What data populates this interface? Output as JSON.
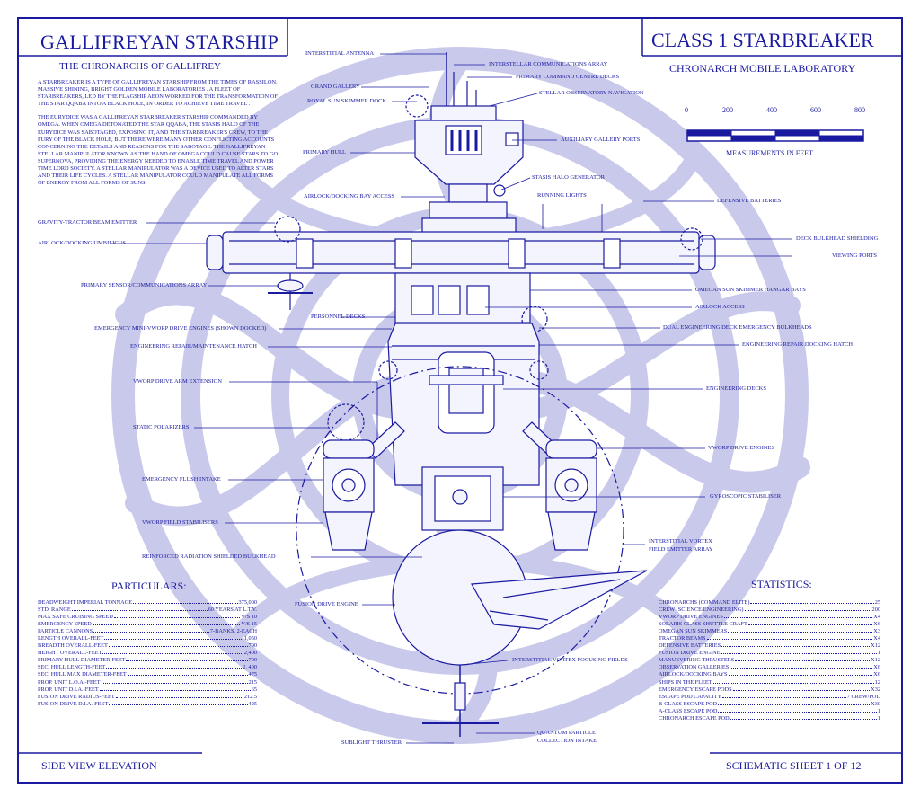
{
  "header": {
    "left_title": "GALLIFREYAN STARSHIP",
    "left_subtitle": "THE CHRONARCHS OF GALLIFREY",
    "right_title": "CLASS 1 STARBREAKER",
    "right_subtitle": "CHRONARCH MOBILE LABORATORY"
  },
  "intro": {
    "paragraph_1": "A STARBREAKER IS A TYPE OF GALLIFREYAN STARSHIP FROM THE TIMES OF RASSILON, MASSIVE SHINING, BRIGHT GOLDEN MOBILE LABORATORIES . A FLEET OF STARBREAKERS, LED BY THE FLAGSHIP AEON,WORKED FOR THE TRANSFORMATION OF THE STAR QQABA INTO A BLACK HOLE, IN ORDER TO ACHIEVE TIME TRAVEL .",
    "paragraph_2": "THE EURYDICE WAS A GALLIFREYAN STARBREAKER STARSHIP COMMANDED BY OMEGA. WHEN OMEGA DETONATED THE STAR QQABA, THE STASIS HALO OF THE EURYDICE WAS SABOTAGED, EXPOSING IT, AND THE STARBREAKER'S CREW, TO THE FURY OF THE BLACK HOLE, BUT THERE WERE MANY OTHER CONFLICTING ACCOUNTS CONCERNING THE DETAILS AND REASONS FOR THE SABOTAGE. THE GALLIFREYAN STELLAR MANIPULATOR KNOWN AS THE HAND OF OMEGA COULD CAUSE STARS TO GO SUPERNOVA, PROVIDING THE ENERGY NEEDED TO ENABLE TIME TRAVEL AND POWER TIME LORD SOCIETY. A STELLAR MANIPULATOR WAS A DEVICE USED TO ALTER STARS AND THEIR LIFE CYCLES. A STELLAR MANIPULATOR COULD MANIPULATE ALL FORMS OF ENERGY FROM ALL FORMS OF SUNS."
  },
  "scale": {
    "ticks": [
      "0",
      "200",
      "400",
      "600",
      "800"
    ],
    "caption": "MEASUREMENTS IN FEET"
  },
  "callouts": {
    "interstitial_antenna": "INTERSTITIAL ANTENNA",
    "interstellar_comms": "INTERSTELLAR COMMUNICATIONS ARRAY",
    "primary_command": "PRIMARY COMMAND CENTRE DECKS",
    "grand_gallery": "GRAND GALLERY",
    "stellar_observatory": "STELLAR OBSERVATORY NAVIGATION",
    "royal_sun_skimmer": "ROYAL SUN SKIMMER DOCK",
    "auxiliary_gallery": "AUXILIARY GALLERY PORTS",
    "primary_hull": "PRIMARY HULL",
    "stasis_halo": "STASIS HALO GENERATOR",
    "running_lights": "RUNNING LIGHTS",
    "airlock_docking_bay": "AIRLOCK/DOCKING BAY ACCESS",
    "defensive_batteries": "DEFENSIVE BATTERIES",
    "gravity_tractor": "GRAVITY-TRACTOR BEAM EMITTER",
    "deck_bulkhead": "DECK BULKHEAD SHIELDING",
    "airlock_umbilicus": "AIRLOCK/DOCKING UMBILICUS",
    "viewing_ports": "VIEWING PORTS",
    "primary_sensor": "PRIMARY SENSOR/COMMUNICATIONS ARRAY",
    "omegan_hangar": "OMEGAN SUN SKIMMER HANGAR BAYS",
    "airlock_access": "AIRLOCK ACCESS",
    "personnel_decks": "PERSONNEL DECKS",
    "emergency_mini": "EMERGENCY MINI-VWORP DRIVE ENGINES (SHOWN DOCKED)",
    "dual_engineering": "DUAL ENGINEERING DECK EMERGENCY BULKHEADS",
    "engineering_repair_hatch": "ENGINEERING REPAIR/MAINTENANCE HATCH",
    "engineering_docking_hatch": "ENGINEERING REPAIR DOCKING HATCH",
    "vworp_arm": "VWORP DRIVE ARM EXTENSION",
    "engineering_decks": "ENGINEERING DECKS",
    "static_polarizers": "STATIC POLARIZERS",
    "vworp_engines": "VWORP DRIVE ENGINES",
    "emergency_flush": "EMERGENCY FLUSH INTAKE",
    "gyroscopic": "GYROSCOPIC  STABILISER",
    "vworp_field": "VWORP FIELD STABILISERS",
    "interstitial_vortex_1": "INTERSTITIAL VORTEX",
    "interstitial_vortex_2": "FIELD EMITTER ARRAY",
    "reinforced_radiation": "REINFORCED RADIATION SHIELDED BULKHEAD",
    "fusion_drive_engine": "FUSION DRIVE ENGINE",
    "vortex_focusing": "INTERSTITIAL VORTEX FOCUSING FIELDS",
    "sublight": "SUBLIGHT THRUSTER",
    "quantum_1": "QUANTUM PARTICLE",
    "quantum_2": "COLLECTION INTAKE"
  },
  "particulars": {
    "heading": "PARTICULARS:",
    "rows": [
      {
        "label": "DEADWEIGHT IMPERIAL TONNAGE",
        "value": "375,000"
      },
      {
        "label": "STD. RANGE",
        "value": "60 YEARS AT L.T.V."
      },
      {
        "label": "MAX SAFE CRUISING SPEED",
        "value": "V/S 10"
      },
      {
        "label": "EMERGENCY SPEED",
        "value": "V/S 15"
      },
      {
        "label": "PARTICLE CANNONS",
        "value": "7-BANKS, 2-EACH"
      },
      {
        "label": "LENGTH OVERALL-FEET",
        "value": "1,050"
      },
      {
        "label": "BREADTH OVERALL-FEET",
        "value": "790"
      },
      {
        "label": "HEIGHT OVERALL-FEET",
        "value": "2,400"
      },
      {
        "label": "PRIMARY HULL DIAMETER-FEET",
        "value": "790"
      },
      {
        "label": "SEC. HULL LENGTH-FEET",
        "value": "2, 400"
      },
      {
        "label": "SEC. HULL MAX DIAMETER-FEET",
        "value": "475"
      },
      {
        "label": "PROP. UNIT L.O.A.-FEET",
        "value": "215"
      },
      {
        "label": "PROP. UNIT D.I.A.-FEET",
        "value": "65"
      },
      {
        "label": "FUSION DRIVE RADIUS-FEET",
        "value": "212.5"
      },
      {
        "label": "FUSION DRIVE D.I.A.-FEET",
        "value": "425"
      }
    ]
  },
  "statistics": {
    "heading": "STATISTICS:",
    "rows": [
      {
        "label": "CHRONARCHS (COMMAND ELITE)",
        "value": "25"
      },
      {
        "label": "CREW (SCIENCE/ENGINEERING)",
        "value": "200"
      },
      {
        "label": "VWORP DRIVE ENGINES",
        "value": "X4"
      },
      {
        "label": "SOLARIS CLASS SHUTTLE CRAFT",
        "value": "X6"
      },
      {
        "label": "OMEGAN SUN SKIMMERS",
        "value": "X3"
      },
      {
        "label": "TRACTOR BEAMS",
        "value": "X4"
      },
      {
        "label": "DEFENSIVE BATTERIES",
        "value": "X12"
      },
      {
        "label": "FUSION DRIVE ENGINE",
        "value": "1"
      },
      {
        "label": "MANUEVERING THRUSTERS",
        "value": "X12"
      },
      {
        "label": "OBSERVATION GALLERIES",
        "value": "X6"
      },
      {
        "label": "AIRLOCK/DOCKING BAYS",
        "value": "X6"
      },
      {
        "label": "SHIPS IN THE FLEET",
        "value": "12"
      },
      {
        "label": "EMERGENCY ESCAPE PODS",
        "value": "X32"
      },
      {
        "label": "ESCAPE POD CAPACITY",
        "value": "7 CREW/POD"
      },
      {
        "label": "B-CLASS ESCAPE POD",
        "value": "X30"
      },
      {
        "label": "A-CLASS ESCAPE POD",
        "value": "1"
      },
      {
        "label": "CHRONARCH ESCAPE POD",
        "value": "1"
      }
    ]
  },
  "footer": {
    "left": "SIDE VIEW ELEVATION",
    "right": "SCHEMATIC SHEET 1 OF 12"
  },
  "colors": {
    "ink": "#1a1aa0",
    "seal": "#c9c9ec",
    "hull_fill": "#f4f4ff",
    "paper": "#ffffff"
  }
}
